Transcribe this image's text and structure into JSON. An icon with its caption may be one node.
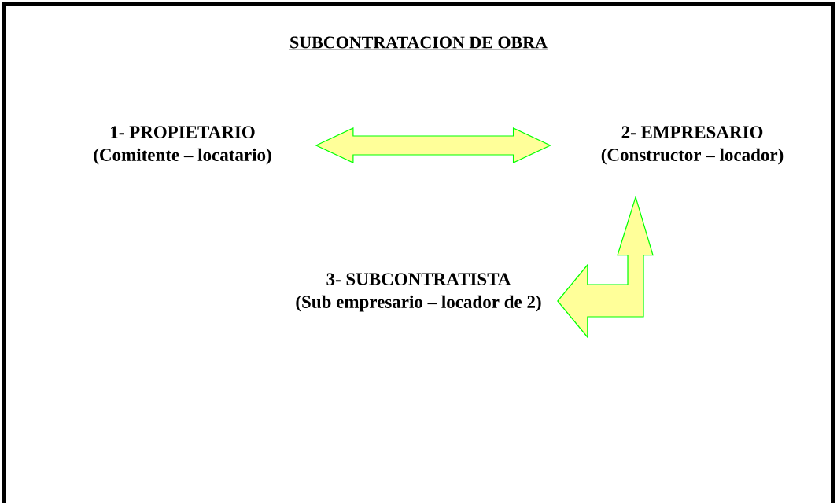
{
  "diagram": {
    "title": "SUBCONTRATACION DE OBRA",
    "nodes": [
      {
        "text": [
          "1- PROPIETARIO",
          "(Comitente – locatario)"
        ]
      },
      {
        "text": [
          "2- EMPRESARIO",
          "(Constructor – locador)"
        ]
      },
      {
        "text": [
          "3- SUBCONTRATISTA",
          "(Sub empresario – locador de 2)"
        ]
      }
    ],
    "edges": [
      {
        "from": 0,
        "to": 1,
        "arrow": "both"
      },
      {
        "from": 2,
        "to": 1,
        "arrow": "both"
      }
    ]
  }
}
